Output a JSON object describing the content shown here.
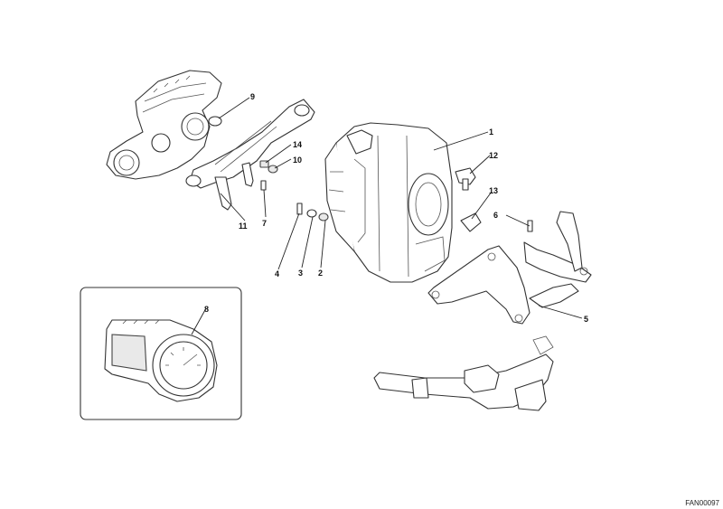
{
  "callouts": {
    "c1": "1",
    "c2": "2",
    "c3": "3",
    "c4": "4",
    "c5": "5",
    "c6": "6",
    "c7": "7",
    "c8": "8",
    "c9": "9",
    "c10": "10",
    "c11": "11",
    "c12": "12",
    "c13": "13",
    "c14": "14"
  },
  "drawing_code": "FAN00097"
}
